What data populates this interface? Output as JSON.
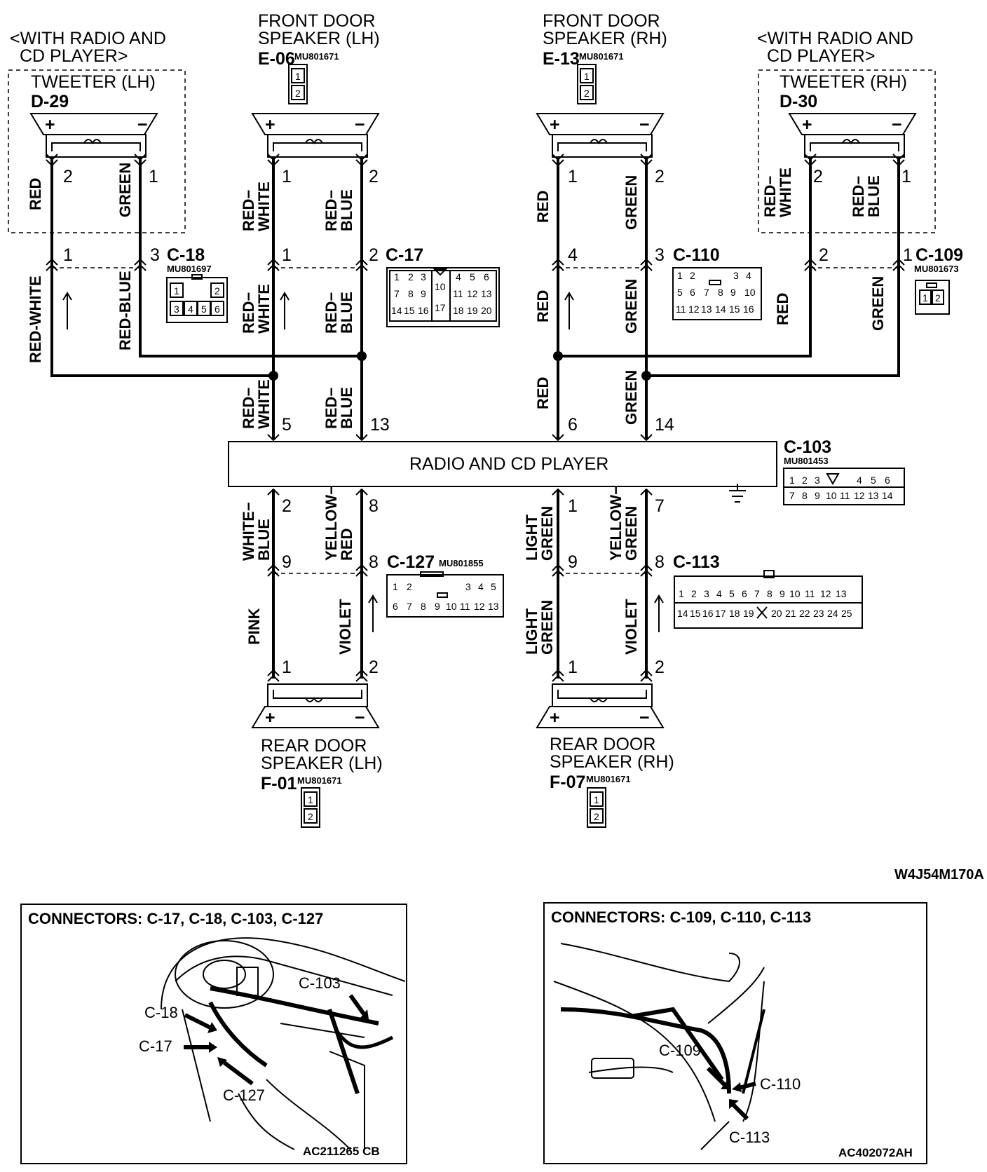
{
  "diagram": {
    "tweeter_lh": {
      "variant": "<WITH RADIO AND",
      "variant2": "CD PLAYER>",
      "name": "TWEETER (LH)",
      "code": "D-29",
      "pos": "+",
      "neg": "−",
      "pin_a": "2",
      "pin_b": "1",
      "wire_a": "RED",
      "wire_b": "GREEN"
    },
    "tweeter_rh": {
      "variant": "<WITH RADIO AND",
      "variant2": "CD PLAYER>",
      "name": "TWEETER (RH)",
      "code": "D-30",
      "pos": "+",
      "neg": "−",
      "pin_a": "2",
      "pin_b": "1",
      "wire_a1": "RED−",
      "wire_a2": "WHITE",
      "wire_b1": "RED−",
      "wire_b2": "BLUE"
    },
    "front_lh": {
      "line1": "FRONT DOOR",
      "line2": "SPEAKER (LH)",
      "code": "E-06",
      "part": "MU801671",
      "pos": "+",
      "neg": "−",
      "pin_a": "1",
      "pin_b": "2",
      "wire_a1": "RED−",
      "wire_a2": "WHITE",
      "wire_b1": "RED−",
      "wire_b2": "BLUE"
    },
    "front_rh": {
      "line1": "FRONT DOOR",
      "line2": "SPEAKER (RH)",
      "code": "E-13",
      "part": "MU801671",
      "pos": "+",
      "neg": "−",
      "pin_a": "1",
      "pin_b": "2",
      "wire_a": "RED",
      "wire_b": "GREEN"
    },
    "c18": {
      "code": "C-18",
      "part": "MU801697",
      "pin_a": "1",
      "pin_b": "3",
      "wire_a": "RED-WHITE",
      "wire_b": "RED-BLUE",
      "cells": [
        "1",
        "2",
        "3",
        "4",
        "5",
        "6"
      ]
    },
    "c17": {
      "code": "C-17",
      "pin_a": "1",
      "pin_b": "2",
      "wire_a1": "RED−",
      "wire_a2": "WHITE",
      "wire_b1": "RED−",
      "wire_b2": "BLUE",
      "cells": [
        "1",
        "2",
        "3",
        "10",
        "4",
        "5",
        "6",
        "7",
        "8",
        "9",
        "11",
        "12",
        "13",
        "14",
        "15",
        "16",
        "17",
        "18",
        "19",
        "20"
      ]
    },
    "c110": {
      "code": "C-110",
      "pin_a": "4",
      "pin_b": "3",
      "wire_a": "RED",
      "wire_b": "GREEN",
      "cells": [
        "1",
        "2",
        "3",
        "4",
        "5",
        "6",
        "7",
        "8",
        "9",
        "10",
        "11",
        "12",
        "13",
        "14",
        "15",
        "16"
      ]
    },
    "c109": {
      "code": "C-109",
      "part": "MU801673",
      "pin_a": "2",
      "pin_b": "1",
      "wire_a": "RED",
      "wire_b": "GREEN",
      "cells": [
        "1",
        "2"
      ]
    },
    "radio": {
      "label": "RADIO AND CD PLAYER",
      "code": "C-103",
      "part": "MU801453",
      "pin_5": "5",
      "pin_13": "13",
      "pin_6": "6",
      "pin_14": "14",
      "pin_2": "2",
      "pin_8": "8",
      "pin_1": "1",
      "pin_7": "7",
      "w5a": "RED−",
      "w5b": "WHITE",
      "w13a": "RED−",
      "w13b": "BLUE",
      "w6": "RED",
      "w14": "GREEN",
      "w2a": "WHITE−",
      "w2b": "BLUE",
      "w8a": "YELLOW−",
      "w8b": "RED",
      "w1a": "LIGHT",
      "w1b": "GREEN",
      "w7a": "YELLOW−",
      "w7b": "GREEN",
      "cells": [
        "1",
        "2",
        "3",
        "4",
        "5",
        "6",
        "7",
        "8",
        "9",
        "10",
        "11",
        "12",
        "13",
        "14"
      ]
    },
    "c127": {
      "code": "C-127",
      "part": "MU801855",
      "pin_a": "9",
      "pin_b": "8",
      "wire_a": "PINK",
      "wire_b": "VIOLET",
      "cells": [
        "1",
        "2",
        "3",
        "4",
        "5",
        "6",
        "7",
        "8",
        "9",
        "10",
        "11",
        "12",
        "13"
      ]
    },
    "c113": {
      "code": "C-113",
      "pin_a": "9",
      "pin_b": "8",
      "wire_a1": "LIGHT",
      "wire_a2": "GREEN",
      "wire_b": "VIOLET",
      "cells": [
        "1",
        "2",
        "3",
        "4",
        "5",
        "6",
        "7",
        "8",
        "9",
        "10",
        "11",
        "12",
        "13",
        "14",
        "15",
        "16",
        "17",
        "18",
        "19",
        "20",
        "21",
        "22",
        "23",
        "24",
        "25"
      ]
    },
    "rear_lh": {
      "line1": "REAR DOOR",
      "line2": "SPEAKER (LH)",
      "code": "F-01",
      "part": "MU801671",
      "pos": "+",
      "neg": "−",
      "pin_a": "1",
      "pin_b": "2"
    },
    "rear_rh": {
      "line1": "REAR DOOR",
      "line2": "SPEAKER (RH)",
      "code": "F-07",
      "part": "MU801671",
      "pos": "+",
      "neg": "−",
      "pin_a": "1",
      "pin_b": "2"
    },
    "diagram_id": "W4J54M170A"
  },
  "locators": {
    "left": {
      "title": "CONNECTORS: C-17, C-18, C-103, C-127",
      "labels": [
        "C-18",
        "C-17",
        "C-103",
        "C-127"
      ],
      "figure_id": "AC211265 CB"
    },
    "right": {
      "title": "CONNECTORS: C-109, C-110, C-113",
      "labels": [
        "C-109",
        "C-110",
        "C-113"
      ],
      "figure_id": "AC402072AH"
    }
  }
}
